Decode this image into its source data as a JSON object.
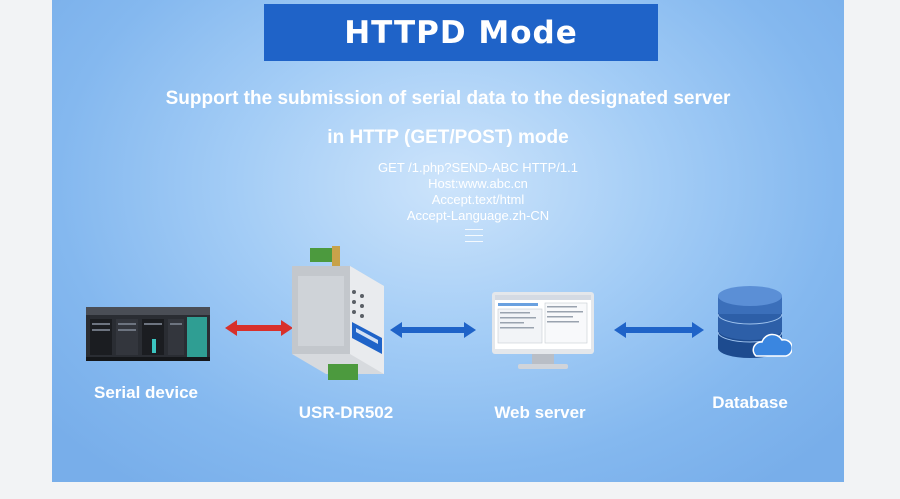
{
  "title": "HTTPD Mode",
  "subtitle": {
    "line1": "Support the submission of serial data to the designated server",
    "line2": "in HTTP (GET/POST) mode"
  },
  "request_lines": [
    "GET /1.php?SEND-ABC HTTP/1.1",
    "Host:www.abc.cn",
    "Accept.text/html",
    "Accept-Language.zh-CN"
  ],
  "nodes": {
    "serial_device": "Serial device",
    "gateway": "USR-DR502",
    "web_server": "Web server",
    "database": "Database"
  },
  "colors": {
    "title_bar": "#1f63c8",
    "arrow_serial": "#d8302b",
    "arrow_network": "#1f63c8",
    "database_blue": "#2d5fa8",
    "cloud": "#3a86e0"
  }
}
